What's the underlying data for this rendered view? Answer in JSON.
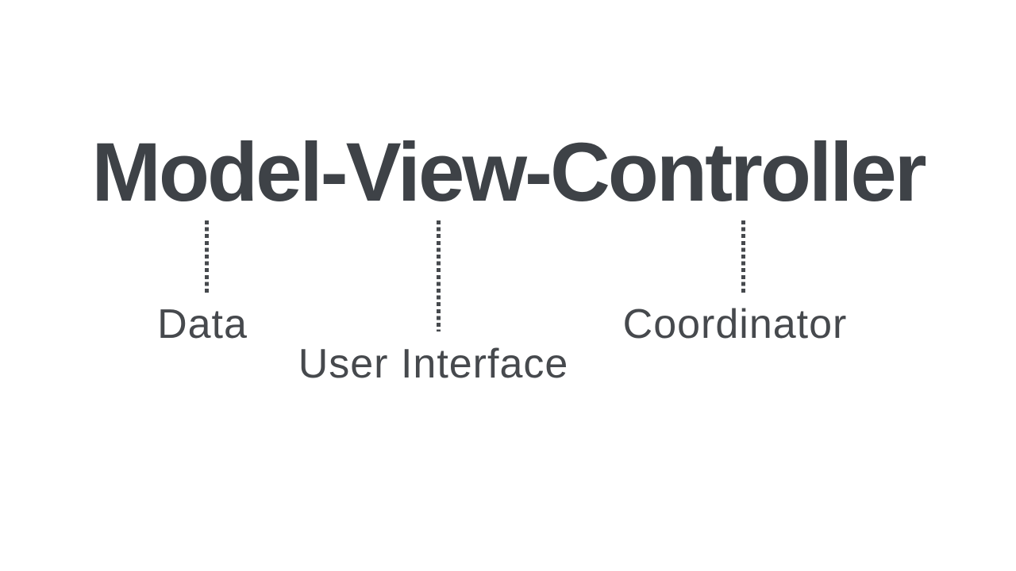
{
  "slide": {
    "title": "Model-View-Controller"
  },
  "annotations": [
    {
      "term": "Model",
      "label": "Data",
      "connector": "dotted-vertical-line"
    },
    {
      "term": "View",
      "label": "User Interface",
      "connector": "dotted-vertical-line"
    },
    {
      "term": "Controller",
      "label": "Coordinator",
      "connector": "dotted-vertical-line"
    }
  ],
  "colors": {
    "background": "#ffffff",
    "title-text": "#3e4247",
    "label-text": "#46494d",
    "connector": "#46494d"
  }
}
